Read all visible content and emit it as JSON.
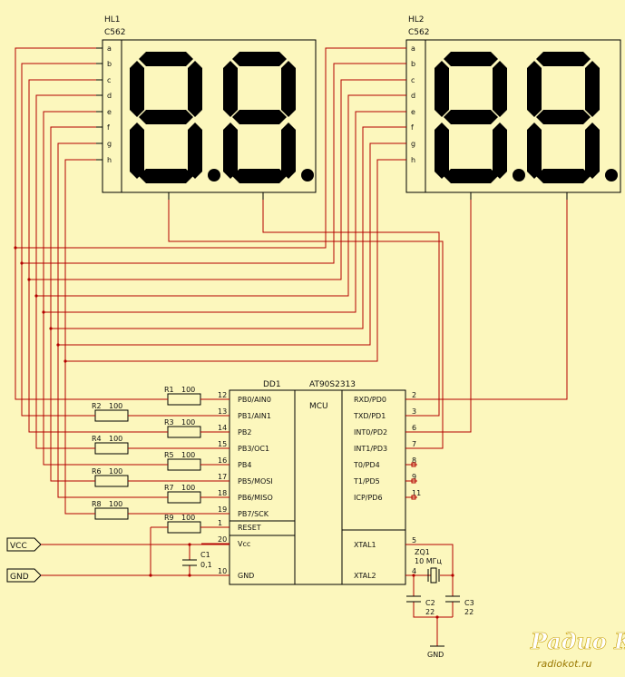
{
  "displays": [
    {
      "ref": "HL1",
      "part": "C562",
      "pins": [
        "a",
        "b",
        "c",
        "d",
        "e",
        "f",
        "g",
        "h"
      ]
    },
    {
      "ref": "HL2",
      "part": "C562",
      "pins": [
        "a",
        "b",
        "c",
        "d",
        "e",
        "f",
        "g",
        "h"
      ]
    }
  ],
  "mcu": {
    "ref": "DD1",
    "part": "AT90S2313",
    "type": "MCU",
    "left_pins": [
      {
        "num": "12",
        "name": "PB0/AIN0"
      },
      {
        "num": "13",
        "name": "PB1/AIN1"
      },
      {
        "num": "14",
        "name": "PB2"
      },
      {
        "num": "15",
        "name": "PB3/OC1"
      },
      {
        "num": "16",
        "name": "PB4"
      },
      {
        "num": "17",
        "name": "PB5/MOSI"
      },
      {
        "num": "18",
        "name": "PB6/MISO"
      },
      {
        "num": "19",
        "name": "PB7/SCK"
      },
      {
        "num": "1",
        "name": "RESET"
      },
      {
        "num": "20",
        "name": "Vcc"
      },
      {
        "num": "10",
        "name": "GND"
      }
    ],
    "right_pins": [
      {
        "num": "2",
        "name": "RXD/PD0"
      },
      {
        "num": "3",
        "name": "TXD/PD1"
      },
      {
        "num": "6",
        "name": "INT0/PD2"
      },
      {
        "num": "7",
        "name": "INT1/PD3"
      },
      {
        "num": "8",
        "name": "T0/PD4"
      },
      {
        "num": "9",
        "name": "T1/PD5"
      },
      {
        "num": "11",
        "name": "ICP/PD6"
      },
      {
        "num": "5",
        "name": "XTAL1"
      },
      {
        "num": "4",
        "name": "XTAL2"
      }
    ]
  },
  "resistors": [
    {
      "ref": "R1",
      "value": "100"
    },
    {
      "ref": "R2",
      "value": "100"
    },
    {
      "ref": "R3",
      "value": "100"
    },
    {
      "ref": "R4",
      "value": "100"
    },
    {
      "ref": "R5",
      "value": "100"
    },
    {
      "ref": "R6",
      "value": "100"
    },
    {
      "ref": "R7",
      "value": "100"
    },
    {
      "ref": "R8",
      "value": "100"
    },
    {
      "ref": "R9",
      "value": "100"
    }
  ],
  "capacitors": [
    {
      "ref": "C1",
      "value": "0,1"
    },
    {
      "ref": "C2",
      "value": "22"
    },
    {
      "ref": "C3",
      "value": "22"
    }
  ],
  "crystal": {
    "ref": "ZQ1",
    "value": "10 МГц"
  },
  "ports": {
    "vcc": "VCC",
    "gnd": "GND"
  },
  "ground_label": "GND",
  "logo": {
    "main": "Радио КОТ",
    "url": "radiokot.ru"
  },
  "colors": {
    "background": "#fcf7bd",
    "wire": "#b40000",
    "outline": "#000000"
  }
}
